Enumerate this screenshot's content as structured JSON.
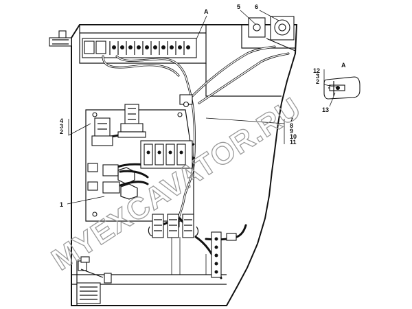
{
  "watermark": "MYEXCAVATOR.RU",
  "callouts": {
    "view_a_top": "A",
    "detail_a_title": "A",
    "c5": "5",
    "c6": "6",
    "c1": "1",
    "left_stack": [
      "4",
      "3",
      "2"
    ],
    "right_stack": [
      "7",
      "8",
      "9",
      "10",
      "11"
    ],
    "detail_stack": [
      "12",
      "3",
      "2"
    ],
    "c13": "13"
  }
}
